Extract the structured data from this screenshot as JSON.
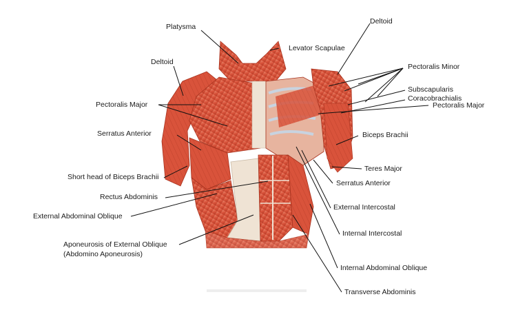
{
  "labels": {
    "platysma": "Platysma",
    "deltoid_left": "Deltoid",
    "deltoid_right": "Deltoid",
    "levator_scapulae": "Levator Scapulae",
    "pectoralis_major_left": "Pectoralis Major",
    "pectoralis_minor": "Pectoralis Minor",
    "subscapularis": "Subscapularis",
    "coracobrachialis": "Coracobrachialis",
    "pectoralis_major_right": "Pectoralis Major",
    "serratus_anterior_left": "Serratus Anterior",
    "biceps_brachii": "Biceps Brachii",
    "short_head_biceps": "Short head of Biceps Brachii",
    "teres_major": "Teres Major",
    "rectus_abdominis": "Rectus Abdominis",
    "serratus_anterior_right": "Serratus Anterior",
    "external_abdominal_oblique": "External Abdominal Oblique",
    "external_intercostal": "External Intercostal",
    "aponeurosis_line1": "Aponeurosis of External Oblique",
    "aponeurosis_line2": "(Abdomino Aponeurosis)",
    "internal_intercostal": "Internal Intercostal",
    "internal_abdominal_oblique": "Internal Abdominal Oblique",
    "transverse_abdominis": "Transverse Abdominis"
  },
  "colors": {
    "muscle": "#d9533b",
    "muscle_dark": "#b53a25",
    "muscle_light": "#ec8a6f",
    "tendon": "#efe3d4",
    "rib": "#c8d3e0",
    "leader_line": "#111111"
  }
}
